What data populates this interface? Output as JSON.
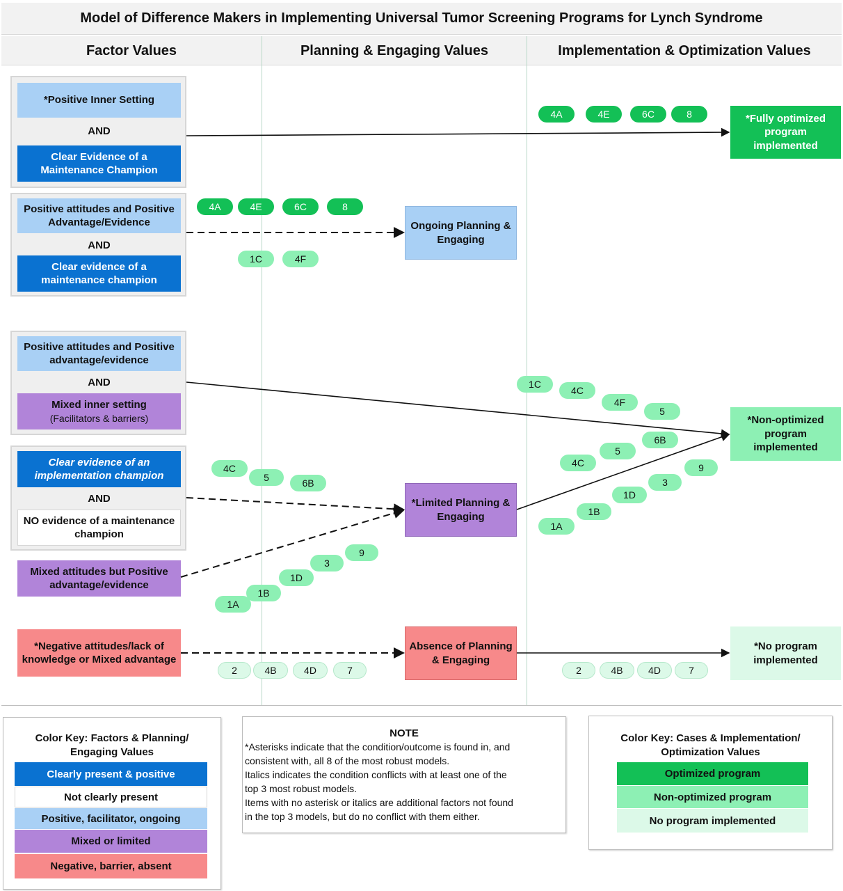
{
  "title": "Model of Difference Makers in Implementing Universal Tumor Screening Programs for Lynch Syndrome",
  "columns": [
    "Factor Values",
    "Planning & Engaging Values",
    "Implementation & Optimization Values"
  ],
  "factors": {
    "g1": {
      "top": "*Positive Inner Setting",
      "and": "AND",
      "bottom": "Clear Evidence of a Maintenance Champion"
    },
    "g2": {
      "top": "Positive attitudes and Positive Advantage/Evidence",
      "and": "AND",
      "bottom": "Clear evidence of a maintenance champion"
    },
    "g3": {
      "top": "Positive attitudes and Positive advantage/evidence",
      "and": "AND",
      "bottom": "Mixed inner setting",
      "bottom_sub": "(Facilitators & barriers)"
    },
    "g4": {
      "top": "Clear evidence of an implementation champion",
      "and": "AND",
      "bottom": "NO evidence of a maintenance champion"
    },
    "mixed": "Mixed attitudes but Positive advantage/evidence",
    "negative": "*Negative attitudes/lack of knowledge or Mixed advantage"
  },
  "planning": {
    "ongoing": "Ongoing Planning & Engaging",
    "limited": "*Limited Planning & Engaging",
    "absence": "Absence of Planning & Engaging"
  },
  "outcomes": {
    "full": "*Fully optimized program implemented",
    "nonopt": "*Non-optimized program implemented",
    "none": "*No program implemented"
  },
  "pills": {
    "top_right": [
      "4A",
      "4E",
      "6C",
      "8"
    ],
    "g2_top": [
      "4A",
      "4E",
      "6C",
      "8"
    ],
    "g2_bottom": [
      "1C",
      "4F"
    ],
    "g3_right": [
      "1C",
      "4C",
      "4F",
      "5"
    ],
    "limited_upper": [
      "6B",
      "5",
      "4C"
    ],
    "limited_lower": [
      "9",
      "3",
      "1D",
      "1B",
      "1A"
    ],
    "g4_left": [
      "4C",
      "5",
      "6B"
    ],
    "mixed_left": [
      "1A",
      "1B",
      "1D",
      "3",
      "9"
    ],
    "neg_left": [
      "2",
      "4B",
      "4D",
      "7"
    ],
    "neg_right": [
      "2",
      "4B",
      "4D",
      "7"
    ]
  },
  "key_left": {
    "title": "Color Key: Factors & Planning/ Engaging Values",
    "rows": [
      "Clearly present & positive",
      "Not clearly present",
      "Positive, facilitator, ongoing",
      "Mixed or limited",
      "Negative, barrier, absent"
    ]
  },
  "note": {
    "title": "NOTE",
    "lines": [
      "*Asterisks indicate that the condition/outcome is found in, and",
      "consistent with, all 8 of the most robust models.",
      "Italics indicates the condition conflicts with at least one of the",
      "top 3 most robust models.",
      "Items with no asterisk or italics are additional factors not found",
      "in the top 3 models, but do no conflict with them either."
    ]
  },
  "key_right": {
    "title": "Color Key: Cases & Implementation/ Optimization Values",
    "rows": [
      "Optimized program",
      "Non-optimized program",
      "No program implemented"
    ]
  },
  "colors": {
    "clear_blue": "#0a72d1",
    "light_blue": "#a9d0f5",
    "purple": "#b184d9",
    "red": "#f7898a",
    "optimized": "#13c056",
    "non_optimized": "#8df0b4",
    "no_program": "#dcf9e8"
  }
}
